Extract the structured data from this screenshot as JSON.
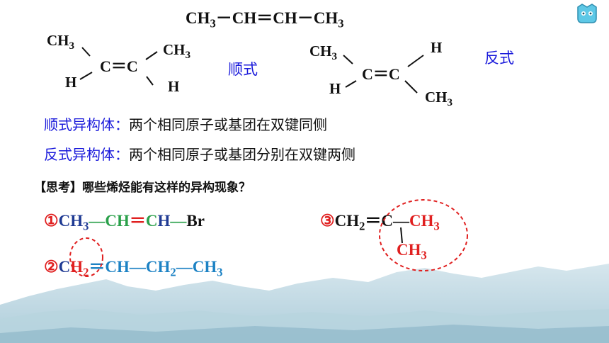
{
  "top_formula": {
    "parts": [
      "CH",
      "3",
      "－CH＝CH－CH",
      "3"
    ]
  },
  "cis": {
    "ch3_left": [
      "CH",
      "3"
    ],
    "ch3_right": [
      "CH",
      "3"
    ],
    "cc": "C＝C",
    "h_left": "H",
    "h_right": "H",
    "label": "顺式"
  },
  "trans": {
    "ch3_left": [
      "CH",
      "3"
    ],
    "h_top_right": "H",
    "cc": "C＝C",
    "h_left": "H",
    "ch3_bottom_right": [
      "CH",
      "3"
    ],
    "label": "反式"
  },
  "definitions": [
    {
      "term": "顺式异构体：",
      "text": "两个相同原子或基团在双键同侧"
    },
    {
      "term": "反式异构体：",
      "text": "两个相同原子或基团分别在双键两侧"
    }
  ],
  "question": "【思考】哪些烯烃能有这样的异构现象？",
  "example1": {
    "num": "①",
    "p1": "CH",
    "p1s": "3",
    "bond1": "—",
    "p2": "CH",
    "dbl": "＝",
    "p3a": "C",
    "p3b": "H",
    "bond2": "—",
    "p4": "Br"
  },
  "example2": {
    "num": "②",
    "p1a": "C",
    "p1b": "H",
    "p1s": "2",
    "rest": [
      "＝CH—CH",
      "2",
      "—CH",
      "3"
    ]
  },
  "example3": {
    "num": "③",
    "p1": "CH",
    "p1s": "2",
    "dbl": "＝C",
    "bond": "—",
    "p2": "CH",
    "p2s": "3",
    "down": "CH",
    "downs": "3"
  },
  "colors": {
    "definition_term": "#1a1adb",
    "navy": "#1f3a93",
    "green": "#2aa04a",
    "teal": "#1c82c4",
    "red": "#e02020",
    "badge": "#5ec8e6"
  }
}
